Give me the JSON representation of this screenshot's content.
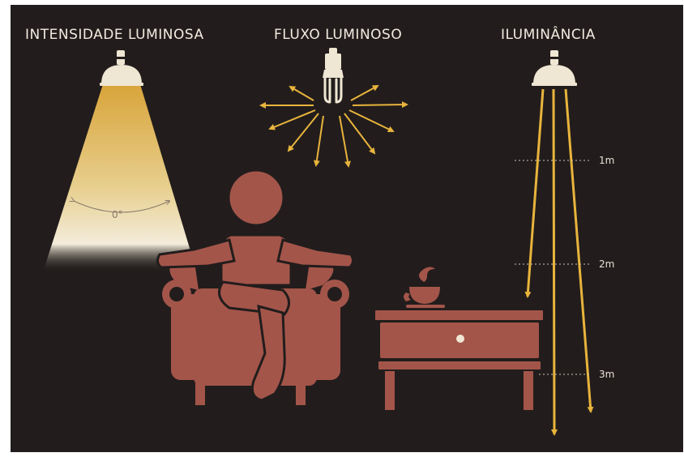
{
  "titles": {
    "intensity": "INTENSIDADE LUMINOSA",
    "flux": "FLUXO LUMINOSO",
    "illuminance": "ILUMINÂNCIA"
  },
  "angle_label": "0°",
  "distances": [
    "1m",
    "2m",
    "3m"
  ],
  "colors": {
    "background": "#221d1c",
    "text": "#f1ebe0",
    "lamp": "#efe6d3",
    "ray": "#e8b43c",
    "furniture": "#a4554a"
  },
  "icons": [
    "pendant-lamp-icon",
    "light-bulb-icon",
    "armchair-person-icon",
    "coffee-cup-icon",
    "side-table-icon"
  ]
}
